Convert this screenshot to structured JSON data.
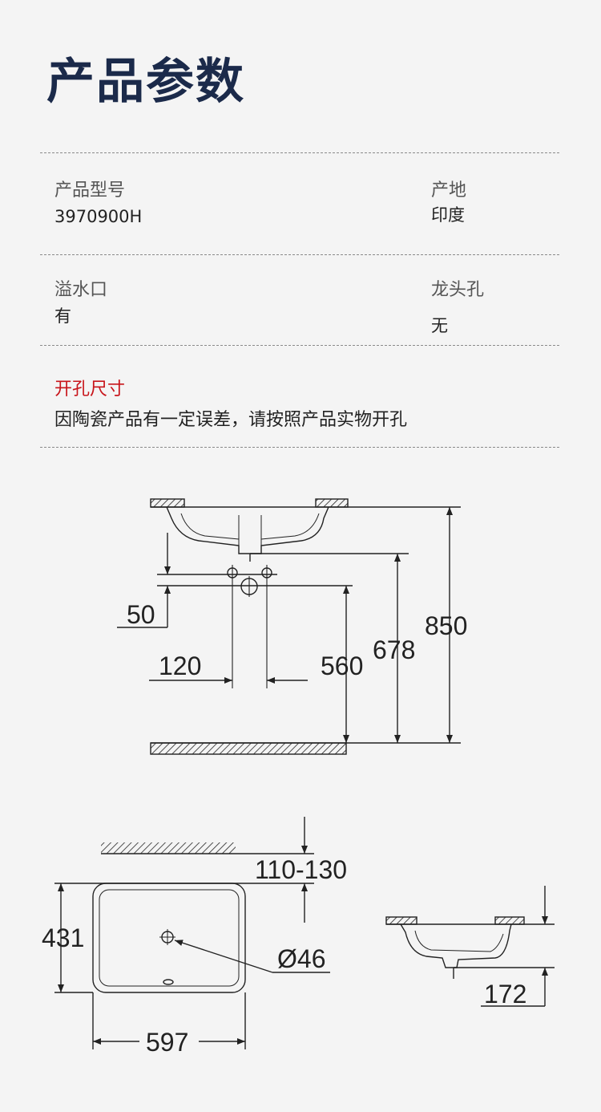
{
  "title": "产品参数",
  "specs": {
    "model_label": "产品型号",
    "model_value": "3970900H",
    "origin_label": "产地",
    "origin_value": "印度",
    "overflow_label": "溢水口",
    "overflow_value": "有",
    "faucet_label": "龙头孔",
    "faucet_value": "无"
  },
  "cutout": {
    "label": "开孔尺寸",
    "note": "因陶瓷产品有一定误差，请按照产品实物开孔"
  },
  "drawing": {
    "d50": "50",
    "d120": "120",
    "d560": "560",
    "d678": "678",
    "d850": "850",
    "d110_130": "110-130",
    "d431": "431",
    "d46": "Ø46",
    "d597": "597",
    "d172": "172"
  }
}
